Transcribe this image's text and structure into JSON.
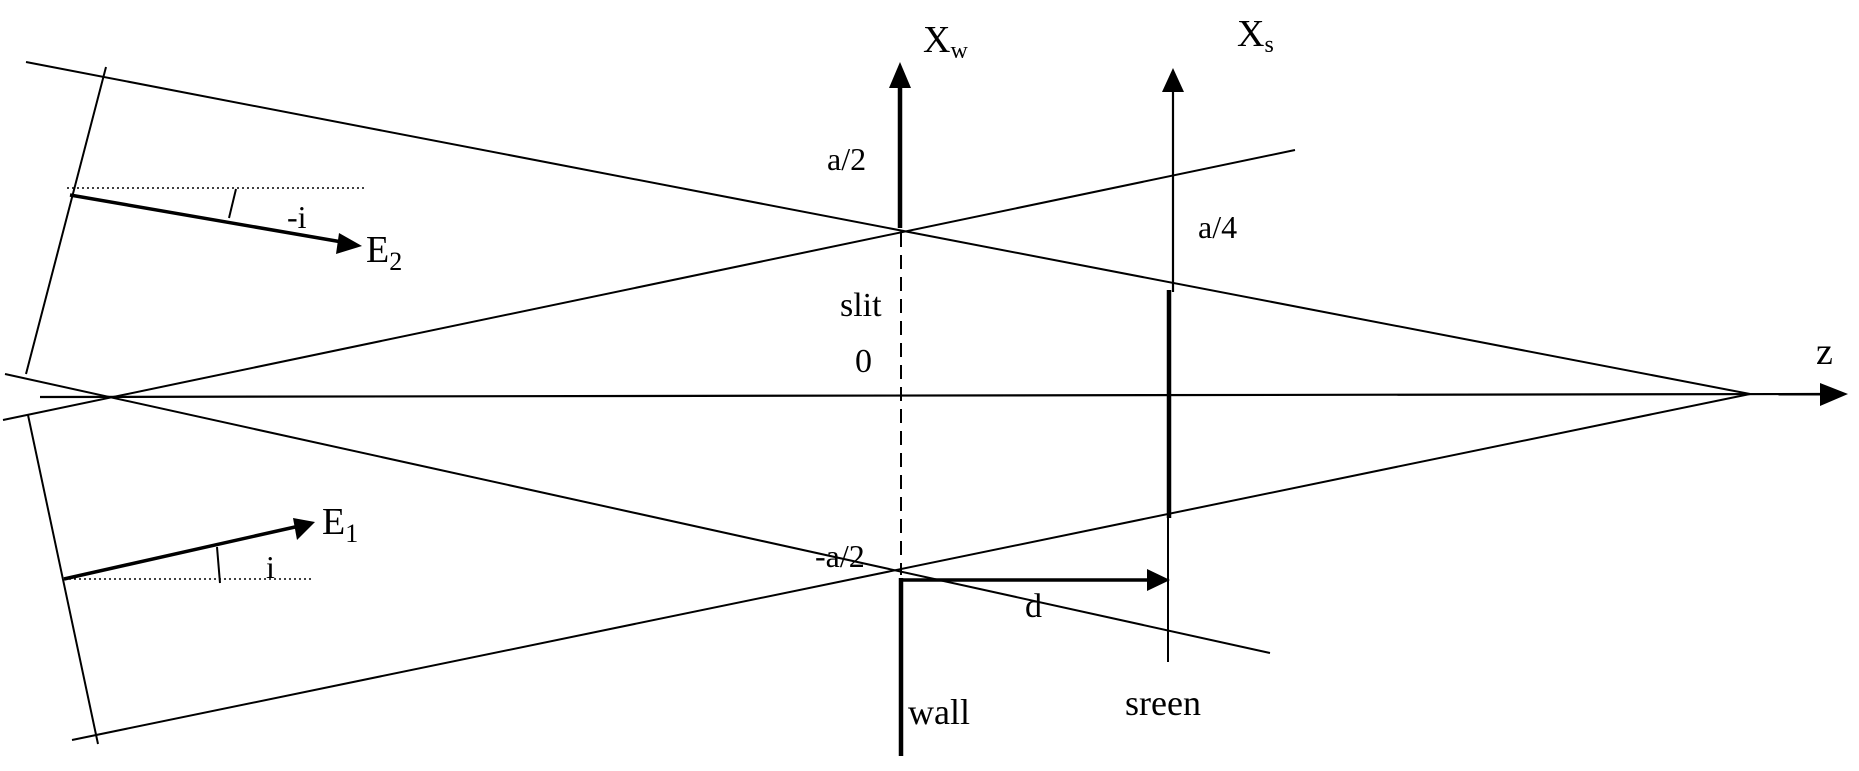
{
  "labels": {
    "xw_main": "X",
    "xw_sub": "w",
    "xs_main": "X",
    "xs_sub": "s",
    "z_axis": "z",
    "a_half": "a/2",
    "a_quarter": "a/4",
    "slit": "slit",
    "origin": "0",
    "neg_a_half": "-a/2",
    "d": "d",
    "wall": "wall",
    "screen": "sreen",
    "e2_main": "E",
    "e2_sub": "2",
    "e1_main": "E",
    "e1_sub": "1",
    "angle_neg_i": "-i",
    "angle_i": "i"
  }
}
